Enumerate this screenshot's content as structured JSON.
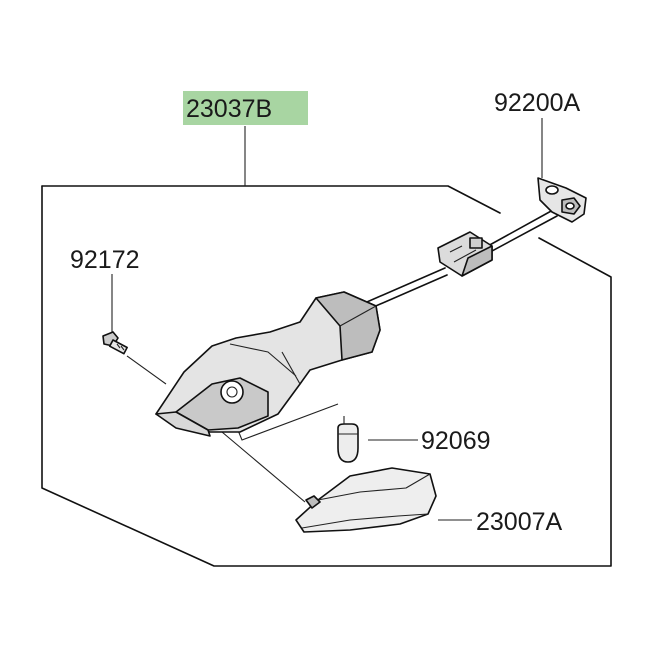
{
  "parts": {
    "main_assembly": "23037B",
    "bracket": "92200A",
    "screw": "92172",
    "bulb": "92069",
    "lens": "23007A"
  },
  "colors": {
    "highlight": "#a8d5a2",
    "line": "#111111",
    "body_light": "#e4e4e4",
    "body_dark": "#bdbdbd",
    "lens_fill": "#eeeeee"
  }
}
